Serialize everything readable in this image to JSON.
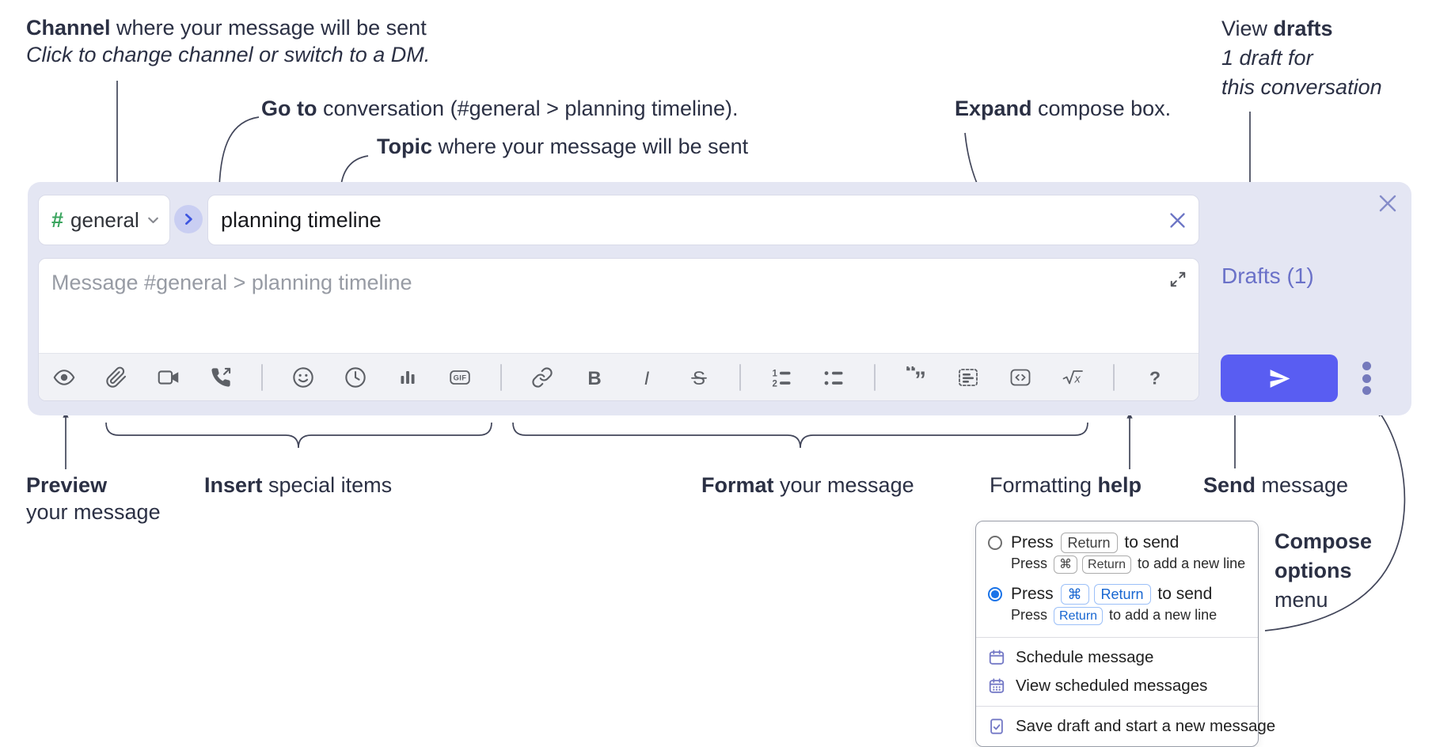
{
  "annotations": {
    "channel": {
      "bold": "Channel",
      "rest": " where your message will be sent",
      "sub": "Click to change channel or switch to a DM."
    },
    "goto": {
      "bold": "Go to",
      "rest": " conversation (#general > planning timeline)."
    },
    "topic": {
      "bold": "Topic",
      "rest": " where your message will be sent"
    },
    "expand": {
      "bold": "Expand",
      "rest": " compose box."
    },
    "view_drafts": {
      "pre": "View ",
      "bold": "drafts",
      "line2": "1 draft for",
      "line3": "this conversation"
    },
    "preview": {
      "bold": "Preview",
      "line2": "your message"
    },
    "insert": {
      "bold": "Insert",
      "rest": " special items"
    },
    "format": {
      "bold": "Format",
      "rest": " your message"
    },
    "formatting_help": {
      "pre": "Formatting ",
      "bold": "help"
    },
    "send": {
      "bold": "Send",
      "rest": " message"
    },
    "compose_options": {
      "line1": "Compose",
      "line2": "options",
      "line3": "menu"
    }
  },
  "compose": {
    "channel_hash": "#",
    "channel_name": "general",
    "topic_value": "planning timeline",
    "message_placeholder": "Message #general > planning timeline",
    "drafts_label": "Drafts (1)"
  },
  "toolbar": {
    "groups": [
      [
        "preview",
        "attach",
        "video-call",
        "audio-call"
      ],
      [
        "emoji",
        "time",
        "poll",
        "gif"
      ],
      [
        "link",
        "bold",
        "italic",
        "strikethrough"
      ],
      [
        "numbered-list",
        "bulleted-list"
      ],
      [
        "quote",
        "spoiler",
        "code",
        "math"
      ],
      [
        "help"
      ]
    ],
    "glyphs": {
      "bold": "B",
      "italic": "I",
      "strike": "S",
      "gif": "GIF",
      "one": "1",
      "two": "2",
      "quote_open": "“",
      "quote_close": "”",
      "math_x": "x",
      "help": "?"
    }
  },
  "menu": {
    "send_options": [
      {
        "selected": false,
        "main": [
          [
            "t",
            "Press "
          ],
          [
            "k",
            "Return"
          ],
          [
            "t",
            " to send"
          ]
        ],
        "sub": [
          [
            "t",
            "Press "
          ],
          [
            "k",
            "⌘"
          ],
          [
            "k",
            "Return"
          ],
          [
            "t",
            " to add a new line"
          ]
        ]
      },
      {
        "selected": true,
        "main": [
          [
            "t",
            "Press "
          ],
          [
            "kb",
            "⌘"
          ],
          [
            "kb",
            "Return"
          ],
          [
            "t",
            " to send"
          ]
        ],
        "sub": [
          [
            "t",
            "Press "
          ],
          [
            "kb",
            "Return"
          ],
          [
            "t",
            " to add a new line"
          ]
        ]
      }
    ],
    "items": [
      {
        "icon": "calendar",
        "label": "Schedule message",
        "divider_before": false
      },
      {
        "icon": "calendar-dots",
        "label": "View scheduled messages",
        "divider_before": false
      },
      {
        "icon": "doc-check",
        "label": "Save draft and start a new message",
        "divider_before": true
      }
    ]
  },
  "colors": {
    "container_lavender": "#e4e6f3",
    "send_button": "#595df2",
    "drafts_link": "#6a71c8",
    "hash_green": "#3ba55f",
    "toolbar_icon_gray": "#5d6066",
    "menu_icon_purple": "#7479c6",
    "radio_selected_blue": "#1a73e8",
    "keycap_blue": "#1766d1",
    "annotation_text": "#2b3044"
  }
}
